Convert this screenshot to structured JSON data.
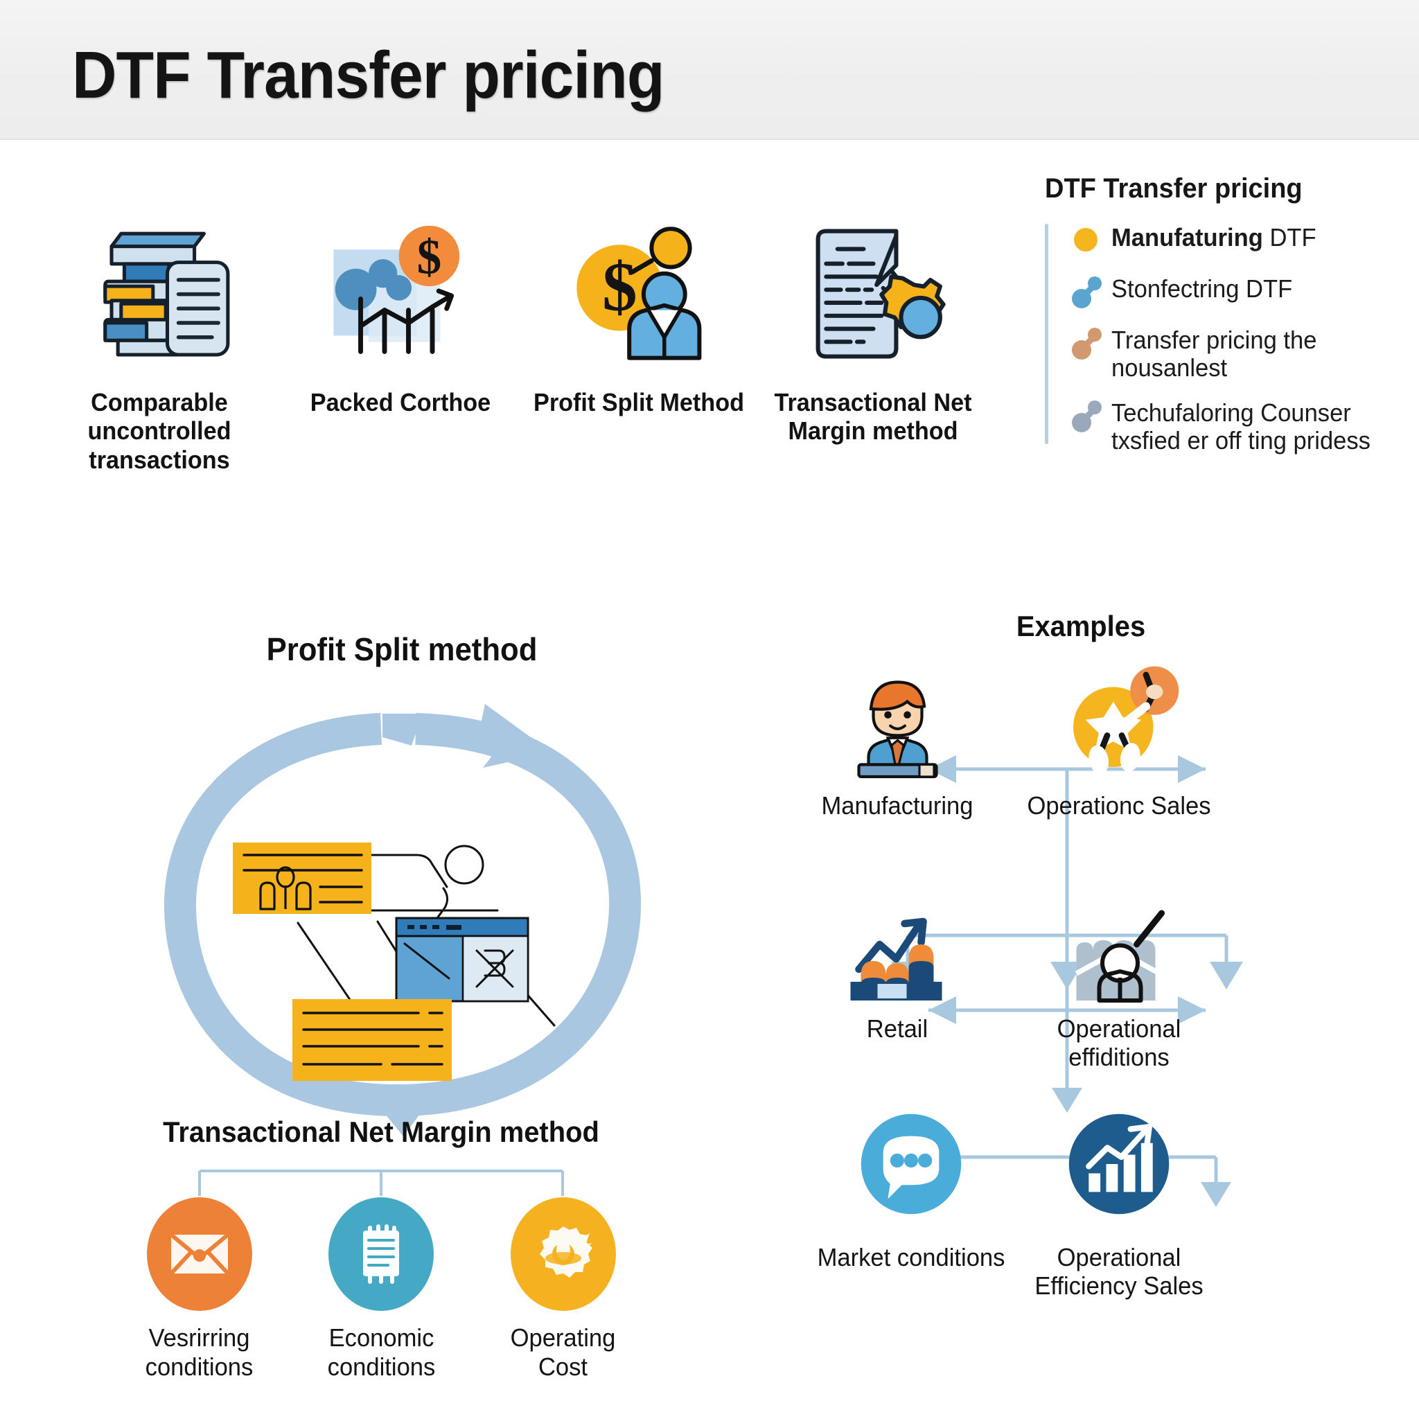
{
  "header": {
    "title": "DTF Transfer pricing"
  },
  "methods": [
    {
      "label": "Comparable uncontrolled transactions",
      "icon": "stacked-records-icon"
    },
    {
      "label": "Packed Corthoe",
      "icon": "chart-dollar-icon"
    },
    {
      "label": "Profit Split Method",
      "icon": "dollar-businessperson-icon"
    },
    {
      "label": "Transactional Net Margin method",
      "icon": "document-gear-icon"
    }
  ],
  "legend": {
    "title": "DTF Transfer pricing",
    "items": [
      {
        "label": "Manufaturing DTF",
        "bold_prefix": "Manufaturing",
        "rest": " DTF",
        "marker": "dot",
        "color": "#F5B51F"
      },
      {
        "label": "Stonfectring DTF",
        "bold_prefix": "",
        "rest": "Stonfectring DTF",
        "marker": "connector",
        "color": "#59A5D0"
      },
      {
        "label": "Transfer pricing the nousanlest",
        "bold_prefix": "",
        "rest": "Transfer pricing the nousanlest",
        "marker": "connector",
        "color": "#D2996F"
      },
      {
        "label": "Techufaloring Counser txsfied er off ting pridess",
        "bold_prefix": "",
        "rest": "Techufaloring Counser txsfied er off ting pridess",
        "marker": "connector",
        "color": "#9AA9BA"
      }
    ]
  },
  "cycle": {
    "title": "Profit Split method",
    "arrow_color": "#A9C7E0"
  },
  "tnmm": {
    "title": "Transactional Net Margin method",
    "items": [
      {
        "label": "Vesrirring conditions",
        "color": "#ED8137",
        "icon": "envelope-icon"
      },
      {
        "label": "Economic conditions",
        "color": "#45A8C4",
        "icon": "document-list-icon"
      },
      {
        "label": "Operating Cost",
        "color": "#F5B120",
        "icon": "gear-icon"
      }
    ]
  },
  "examples": {
    "title": "Examples",
    "nodes": [
      {
        "label": "Manufacturing",
        "icon": "businessperson-avatar-icon"
      },
      {
        "label": "Operationc Sales",
        "icon": "yellow-star-burst-icon"
      },
      {
        "label": "Retail",
        "icon": "bar-growth-icon"
      },
      {
        "label": "Operational effiditions",
        "icon": "factory-person-icon"
      },
      {
        "label": "Market conditions",
        "icon": "speech-bubble-icon"
      },
      {
        "label": "Operational Efficiency Sales",
        "icon": "bar-chart-arrow-icon"
      }
    ],
    "connector_color": "#A8C8E0"
  },
  "palette": {
    "yellow": "#F5B51F",
    "orange": "#ED8137",
    "blue": "#59A5D0",
    "dark_blue": "#1E5C8F",
    "light_blue": "#A8C8E0",
    "pale_blue": "#C8DCEC",
    "gray_blue": "#9AA9BA",
    "header_bg": "#EDEDED",
    "text": "#141414"
  }
}
